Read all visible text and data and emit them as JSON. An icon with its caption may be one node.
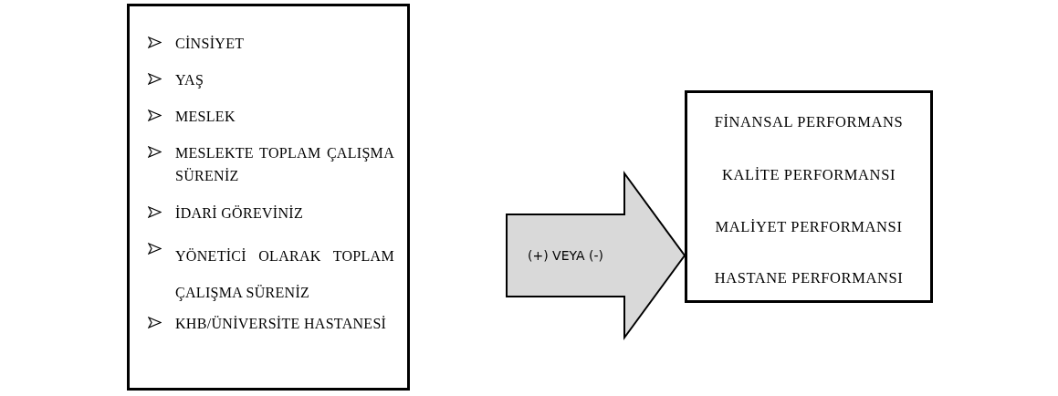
{
  "diagram": {
    "nodes": [
      {
        "text": [
          "CİNSİYET",
          "YAŞ",
          "MESLEK",
          "MESLEKTE TOPLAM ÇALIŞMA SÜRENİZ",
          "İDARİ GÖREVİNİZ",
          "YÖNETİCİ OLARAK TOPLAM ÇALIŞMA SÜRENİZ",
          "KHB/ÜNİVERSİTE HASTANESİ"
        ]
      },
      {
        "text": [
          "FİNANSAL PERFORMANS",
          "KALİTE PERFORMANSI",
          "MALİYET PERFORMANSI",
          "HASTANE PERFORMANSI"
        ]
      }
    ],
    "edges": [
      {
        "from": 0,
        "to": 1,
        "arrow": "to",
        "label": "(+) VEYA (-)",
        "style": "thick"
      }
    ]
  }
}
